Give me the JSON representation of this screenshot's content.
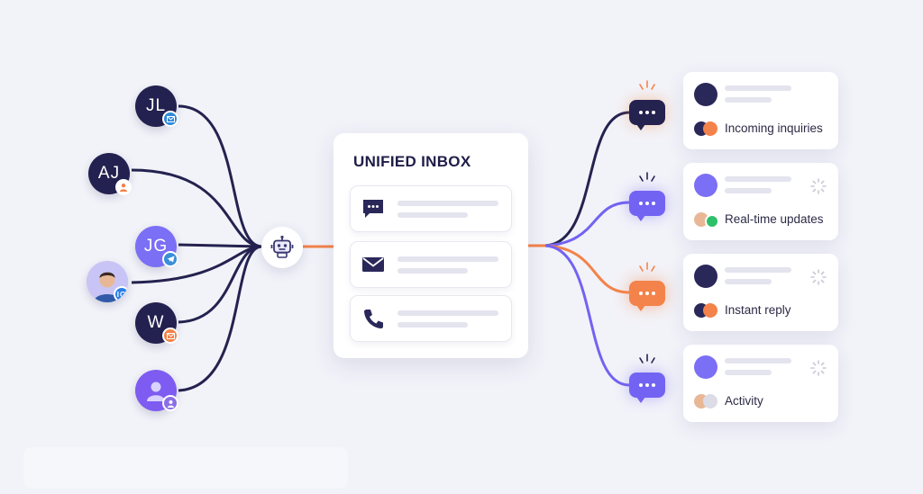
{
  "contacts": [
    {
      "initials": "JL",
      "channel": "email-icon"
    },
    {
      "initials": "AJ",
      "channel": "person-icon"
    },
    {
      "initials": "JG",
      "channel": "telegram-icon"
    },
    {
      "initials": "",
      "channel": "messenger-icon",
      "badge_text": "IG"
    },
    {
      "initials": "W",
      "channel": "email-icon"
    },
    {
      "initials": "",
      "channel": "person-icon"
    }
  ],
  "hub": {
    "icon": "robot-icon"
  },
  "inbox": {
    "title": "UNIFIED INBOX",
    "rows": [
      {
        "icon": "chat-bubble-icon"
      },
      {
        "icon": "envelope-icon"
      },
      {
        "icon": "phone-icon"
      }
    ]
  },
  "outputs": [
    {
      "label": "Incoming inquiries",
      "bubble_color": "#24224f",
      "circle_color": "#2a2859"
    },
    {
      "label": "Real-time updates",
      "bubble_color": "#7363f2",
      "circle_color": "#7b6ff5"
    },
    {
      "label": "Instant reply",
      "bubble_color": "#f3834a",
      "circle_color": "#2a2859"
    },
    {
      "label": "Activity",
      "bubble_color": "#7363f2",
      "circle_color": "#7b6ff5"
    }
  ],
  "colors": {
    "navy": "#24224f",
    "violet": "#7363f2",
    "orange": "#f3834a",
    "background": "#f2f3f9"
  }
}
